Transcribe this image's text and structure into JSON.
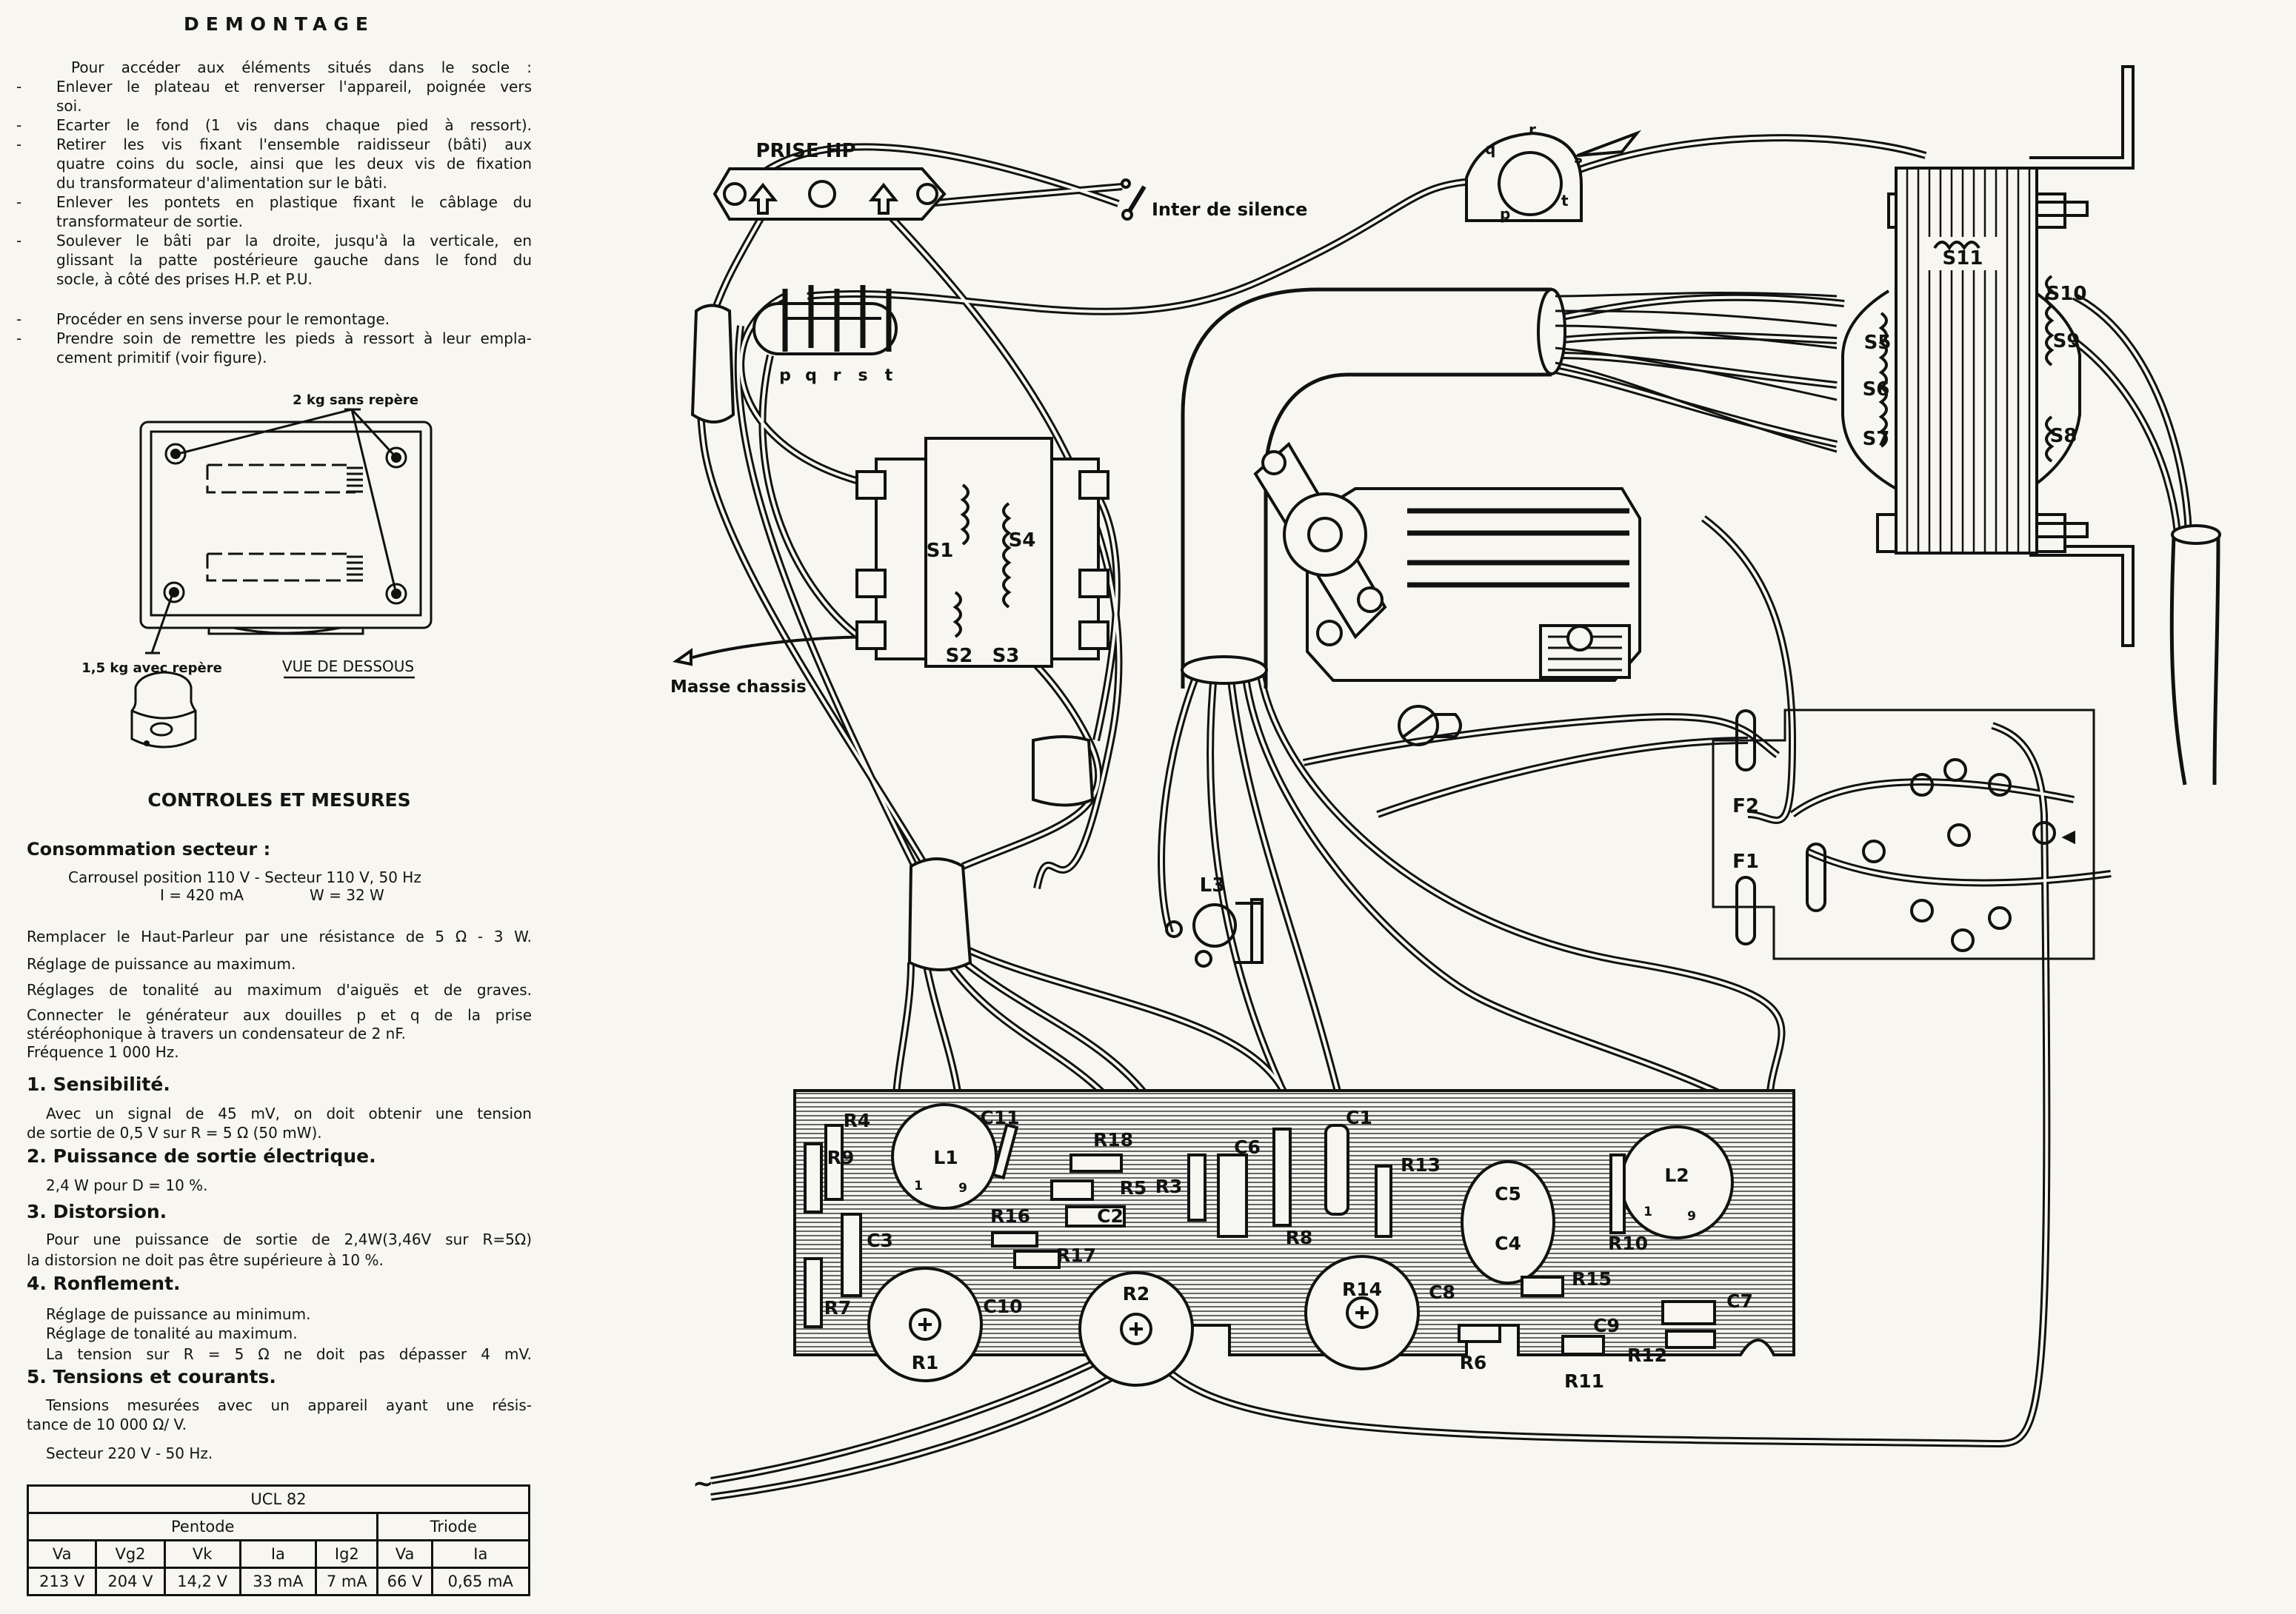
{
  "demontage": {
    "title": "DEMONTAGE",
    "lines": [
      "Pour accéder aux éléments situés dans le socle :"
    ],
    "steps": [
      [
        "Enlever le plateau et renverser l'appareil, poignée vers",
        "soi."
      ],
      [
        "Ecarter le fond (1 vis dans chaque pied à ressort)."
      ],
      [
        "Retirer les vis fixant l'ensemble raidisseur (bâti) aux",
        "quatre coins du socle, ainsi que les deux vis de fixation",
        "du transformateur d'alimentation sur le bâti."
      ],
      [
        "Enlever les pontets en plastique fixant le câblage du",
        "transformateur de sortie."
      ],
      [
        "Soulever le bâti par la droite, jusqu'à la verticale, en",
        "glissant la patte postérieure gauche dans le fond du",
        "socle, à côté des prises H.P. et P.U."
      ],
      [
        "Procéder en sens inverse pour le remontage."
      ],
      [
        "Prendre soin de remettre les pieds à ressort à leur empla-",
        "cement primitif (voir figure)."
      ]
    ]
  },
  "figure": {
    "label_top": "2 kg sans repère",
    "label_bottom": "1,5 kg avec repère",
    "caption": "VUE DE DESSOUS"
  },
  "controles": {
    "title": "CONTROLES ET MESURES",
    "consommation": {
      "heading": "Consommation secteur :",
      "line1": "Carrousel position 110 V - Secteur 110 V, 50 Hz",
      "line2_i": "I = 420 mA",
      "line2_w": "W = 32 W"
    },
    "paras": [
      "Remplacer le Haut-Parleur par une résistance de 5 Ω - 3 W.",
      "Réglage de puissance au maximum.",
      "Réglages de tonalité au maximum d'aiguës et de graves.",
      "Connecter le générateur aux douilles p et q de la prise",
      "stéréophonique à travers un condensateur de 2 nF.",
      "Fréquence  1 000 Hz."
    ],
    "sections": [
      {
        "heading": "1. Sensibilité.",
        "body": [
          "Avec un signal de 45 mV, on doit obtenir une tension",
          "de sortie de 0,5 V sur R = 5 Ω (50 mW)."
        ]
      },
      {
        "heading": "2. Puissance de sortie électrique.",
        "body": [
          "2,4 W pour D = 10 %."
        ]
      },
      {
        "heading": "3. Distorsion.",
        "body": [
          "Pour une puissance de sortie de 2,4W(3,46V sur R=5Ω)",
          "la distorsion ne doit pas être supérieure à 10 %."
        ]
      },
      {
        "heading": "4. Ronflement.",
        "body": [
          "Réglage de puissance au minimum.",
          "Réglage de tonalité au maximum.",
          "La tension sur R = 5 Ω ne doit pas dépasser 4 mV."
        ]
      },
      {
        "heading": "5. Tensions et courants.",
        "body": [
          "Tensions mesurées avec un appareil ayant une résis-",
          "tance de 10 000 Ω/ V.",
          "Secteur 220 V - 50 Hz."
        ]
      }
    ]
  },
  "table": {
    "title": "UCL 82",
    "groups": [
      "Pentode",
      "Triode"
    ],
    "headers": [
      "Va",
      "Vg2",
      "Vk",
      "Ia",
      "Ig2",
      "Va",
      "Ia"
    ],
    "values": [
      "213 V",
      "204 V",
      "14,2 V",
      "33 mA",
      "7 mA",
      "66 V",
      "0,65 mA"
    ]
  },
  "diagram": {
    "prise_hp": "PRISE HP",
    "inter": "Inter de silence",
    "masse": "Masse chassis",
    "mains": "~",
    "din_pins": [
      "p",
      "q",
      "r",
      "s",
      "t"
    ],
    "pu_pins": {
      "q": "q",
      "r": "r",
      "s": "s",
      "t": "t",
      "p": "p"
    },
    "transfo_alim": [
      "S1",
      "S4",
      "S2",
      "S3"
    ],
    "transfo_sortie": [
      "S11",
      "S10",
      "S9",
      "S5",
      "S6",
      "S7",
      "S8"
    ],
    "fuses": [
      "F2",
      "F1"
    ],
    "lamp": "L3",
    "pcb": {
      "R4": "R4",
      "R9": "R9",
      "L1": "L1",
      "C11": "C11",
      "R18": "R18",
      "R5": "R5",
      "R3": "R3",
      "C6": "C6",
      "C1": "C1",
      "R13": "R13",
      "C2": "C2",
      "R16": "R16",
      "R17": "R17",
      "C3": "C3",
      "R8": "R8",
      "C5": "C5",
      "C4": "C4",
      "L2": "L2",
      "R10": "R10",
      "R7": "R7",
      "C10": "C10",
      "R2": "R2",
      "R14": "R14",
      "C8": "C8",
      "R15": "R15",
      "C9": "C9",
      "C7": "C7",
      "R12": "R12",
      "R11": "R11",
      "R6": "R6",
      "R1": "R1",
      "pin1": "1",
      "pin9": "9"
    }
  }
}
